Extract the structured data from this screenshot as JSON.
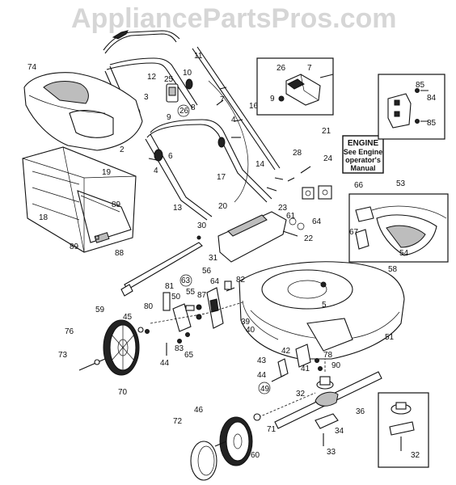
{
  "watermark": "AppliancePartsPros.com",
  "engine_note": {
    "line1": "ENGINE",
    "line2": "See Engine",
    "line3": "operator's",
    "line4": "Manual"
  },
  "labels": [
    {
      "key": "74",
      "text": "74"
    },
    {
      "key": "11",
      "text": "11"
    },
    {
      "key": "12",
      "text": "12"
    },
    {
      "key": "25",
      "text": "25"
    },
    {
      "key": "10",
      "text": "10"
    },
    {
      "key": "3",
      "text": "3"
    },
    {
      "key": "7a",
      "text": "7"
    },
    {
      "key": "16",
      "text": "16"
    },
    {
      "key": "26a",
      "text": "26"
    },
    {
      "key": "8",
      "text": "8"
    },
    {
      "key": "9a",
      "text": "9"
    },
    {
      "key": "26b",
      "text": "26"
    },
    {
      "key": "7b",
      "text": "7"
    },
    {
      "key": "9b",
      "text": "9"
    },
    {
      "key": "85a",
      "text": "85"
    },
    {
      "key": "84",
      "text": "84"
    },
    {
      "key": "85b",
      "text": "85"
    },
    {
      "key": "2",
      "text": "2"
    },
    {
      "key": "4a",
      "text": "4"
    },
    {
      "key": "6",
      "text": "6"
    },
    {
      "key": "21",
      "text": "21"
    },
    {
      "key": "19",
      "text": "19"
    },
    {
      "key": "4b",
      "text": "4"
    },
    {
      "key": "17",
      "text": "17"
    },
    {
      "key": "14",
      "text": "14"
    },
    {
      "key": "28",
      "text": "28"
    },
    {
      "key": "24",
      "text": "24"
    },
    {
      "key": "66",
      "text": "66"
    },
    {
      "key": "53",
      "text": "53"
    },
    {
      "key": "13",
      "text": "13"
    },
    {
      "key": "20",
      "text": "20"
    },
    {
      "key": "89a",
      "text": "89"
    },
    {
      "key": "18",
      "text": "18"
    },
    {
      "key": "23",
      "text": "23"
    },
    {
      "key": "30",
      "text": "30"
    },
    {
      "key": "61",
      "text": "61"
    },
    {
      "key": "64a",
      "text": "64"
    },
    {
      "key": "67",
      "text": "67"
    },
    {
      "key": "89b",
      "text": "89"
    },
    {
      "key": "88",
      "text": "88"
    },
    {
      "key": "22",
      "text": "22"
    },
    {
      "key": "54",
      "text": "54"
    },
    {
      "key": "31",
      "text": "31"
    },
    {
      "key": "58",
      "text": "58"
    },
    {
      "key": "56",
      "text": "56"
    },
    {
      "key": "63",
      "text": "63"
    },
    {
      "key": "82",
      "text": "82"
    },
    {
      "key": "64b",
      "text": "64"
    },
    {
      "key": "81",
      "text": "81"
    },
    {
      "key": "87",
      "text": "87"
    },
    {
      "key": "55",
      "text": "55"
    },
    {
      "key": "5",
      "text": "5"
    },
    {
      "key": "50",
      "text": "50"
    },
    {
      "key": "80",
      "text": "80"
    },
    {
      "key": "59",
      "text": "59"
    },
    {
      "key": "45",
      "text": "45"
    },
    {
      "key": "39",
      "text": "39"
    },
    {
      "key": "40",
      "text": "40"
    },
    {
      "key": "51",
      "text": "51"
    },
    {
      "key": "83",
      "text": "83"
    },
    {
      "key": "65",
      "text": "65"
    },
    {
      "key": "76",
      "text": "76"
    },
    {
      "key": "42",
      "text": "42"
    },
    {
      "key": "78",
      "text": "78"
    },
    {
      "key": "44a",
      "text": "44"
    },
    {
      "key": "90",
      "text": "90"
    },
    {
      "key": "73",
      "text": "73"
    },
    {
      "key": "43",
      "text": "43"
    },
    {
      "key": "44b",
      "text": "44"
    },
    {
      "key": "41",
      "text": "41"
    },
    {
      "key": "70",
      "text": "70"
    },
    {
      "key": "49",
      "text": "49"
    },
    {
      "key": "32a",
      "text": "32"
    },
    {
      "key": "36",
      "text": "36"
    },
    {
      "key": "72",
      "text": "72"
    },
    {
      "key": "46",
      "text": "46"
    },
    {
      "key": "71",
      "text": "71"
    },
    {
      "key": "34",
      "text": "34"
    },
    {
      "key": "60",
      "text": "60"
    },
    {
      "key": "33",
      "text": "33"
    },
    {
      "key": "32b",
      "text": "32"
    }
  ]
}
